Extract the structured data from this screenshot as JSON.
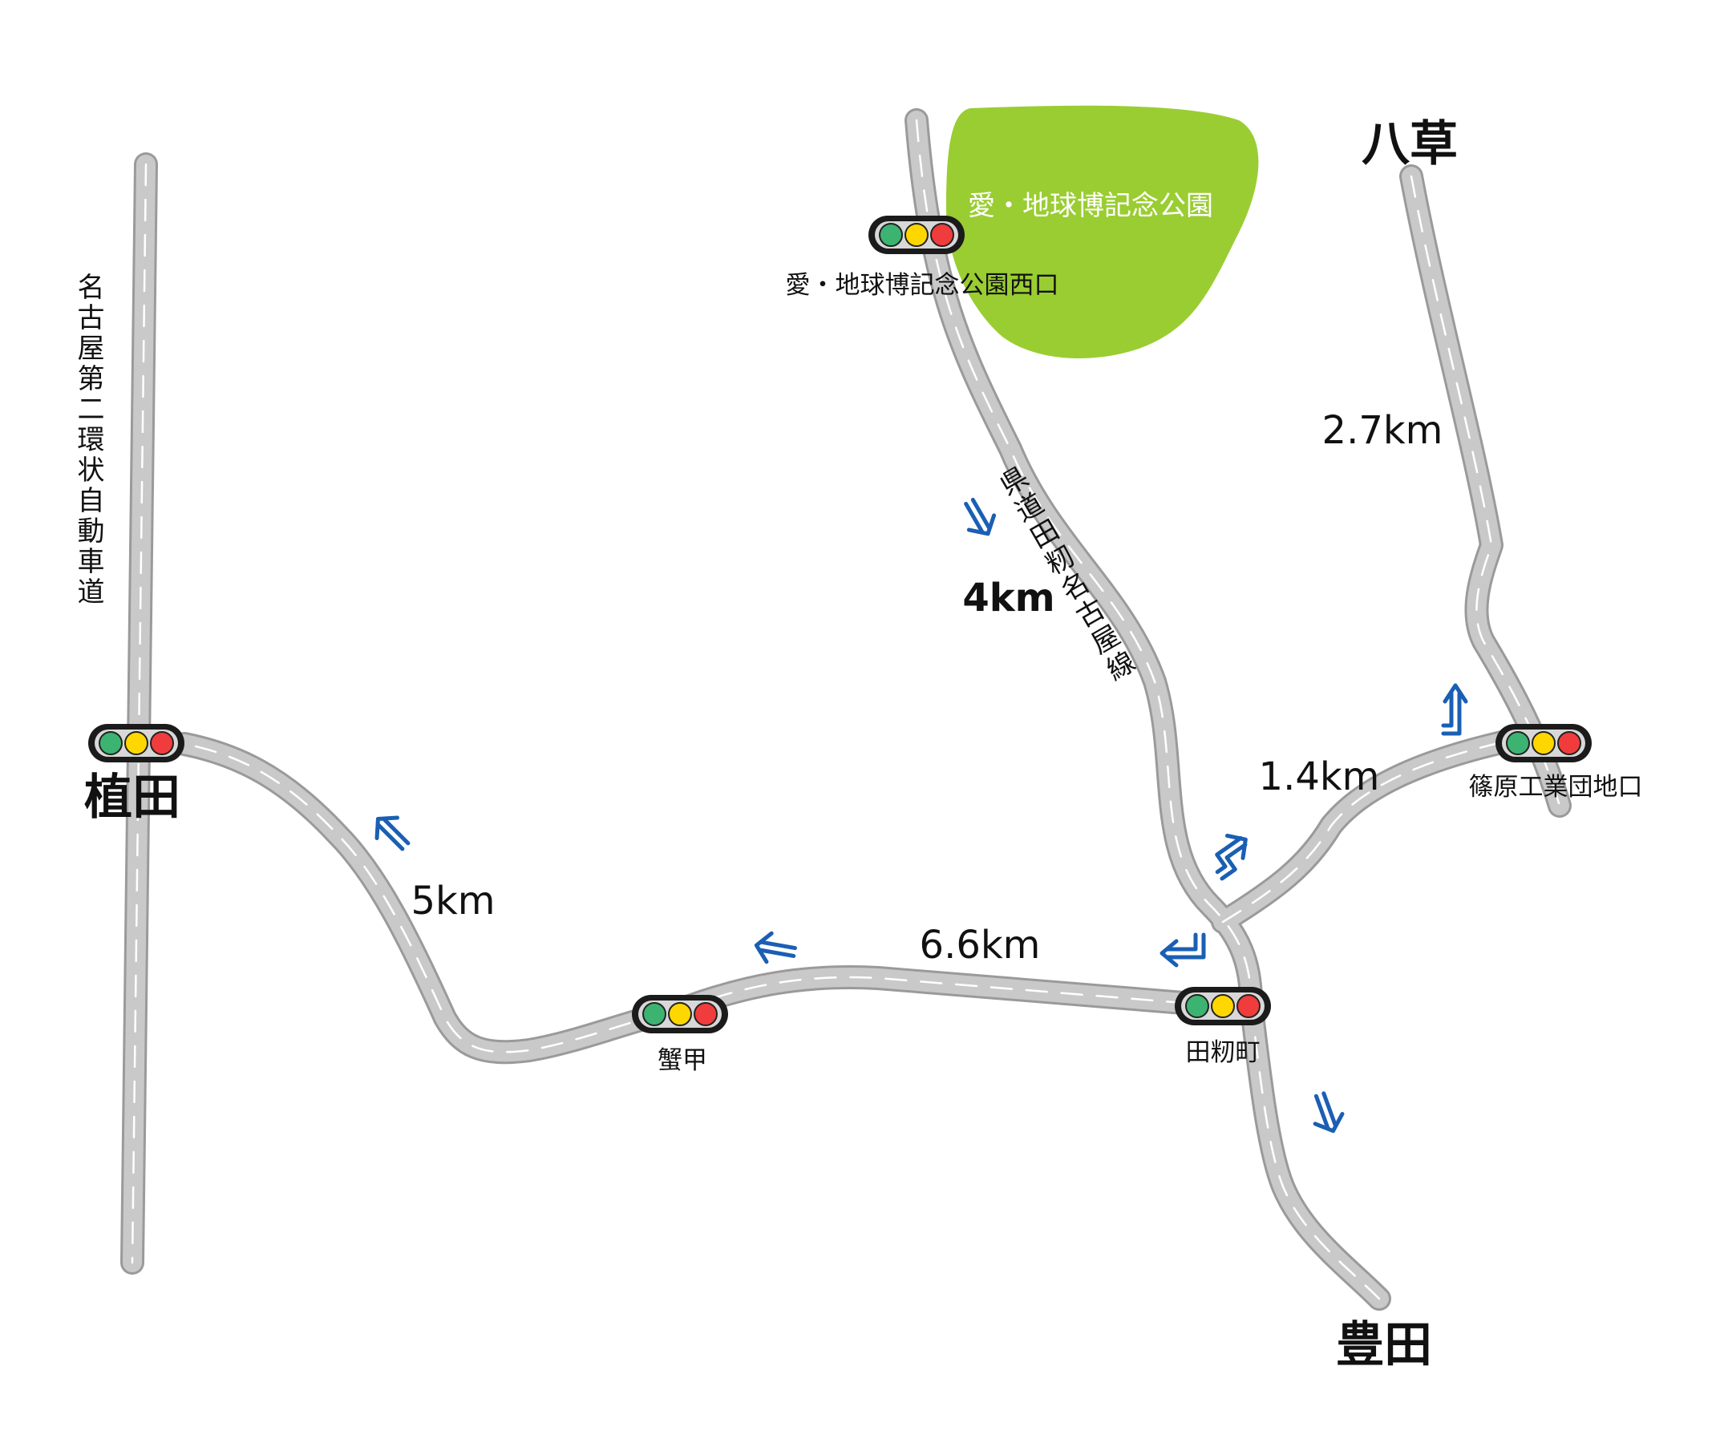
{
  "park": {
    "name": "愛・地球博記念公園",
    "color": "#9acd32"
  },
  "places": {
    "yakusa": "八草",
    "ueda": "植田",
    "toyota": "豊田"
  },
  "signals": {
    "park_west": "愛・地球博記念公園西口",
    "kanie": "蟹甲",
    "tamomi": "田籾町",
    "shinohara": "篠原工業団地口"
  },
  "roads": {
    "ring_expressway": "名古屋第二環状自動車道",
    "prefectural_route": "県道田籾名古屋線"
  },
  "distances": {
    "yakusa_to_shinohara": "2.7km",
    "park_west_to_tamomi": "4km",
    "tamomi_to_shinohara": "1.4km",
    "kanie_to_ueda": "5km",
    "tamomi_to_kanie": "6.6km"
  },
  "colors": {
    "arrow": "#1a5fb4",
    "road": "#c9c9c9",
    "signal_green": "#3cb371",
    "signal_yellow": "#ffd700",
    "signal_red": "#f03c3c"
  }
}
